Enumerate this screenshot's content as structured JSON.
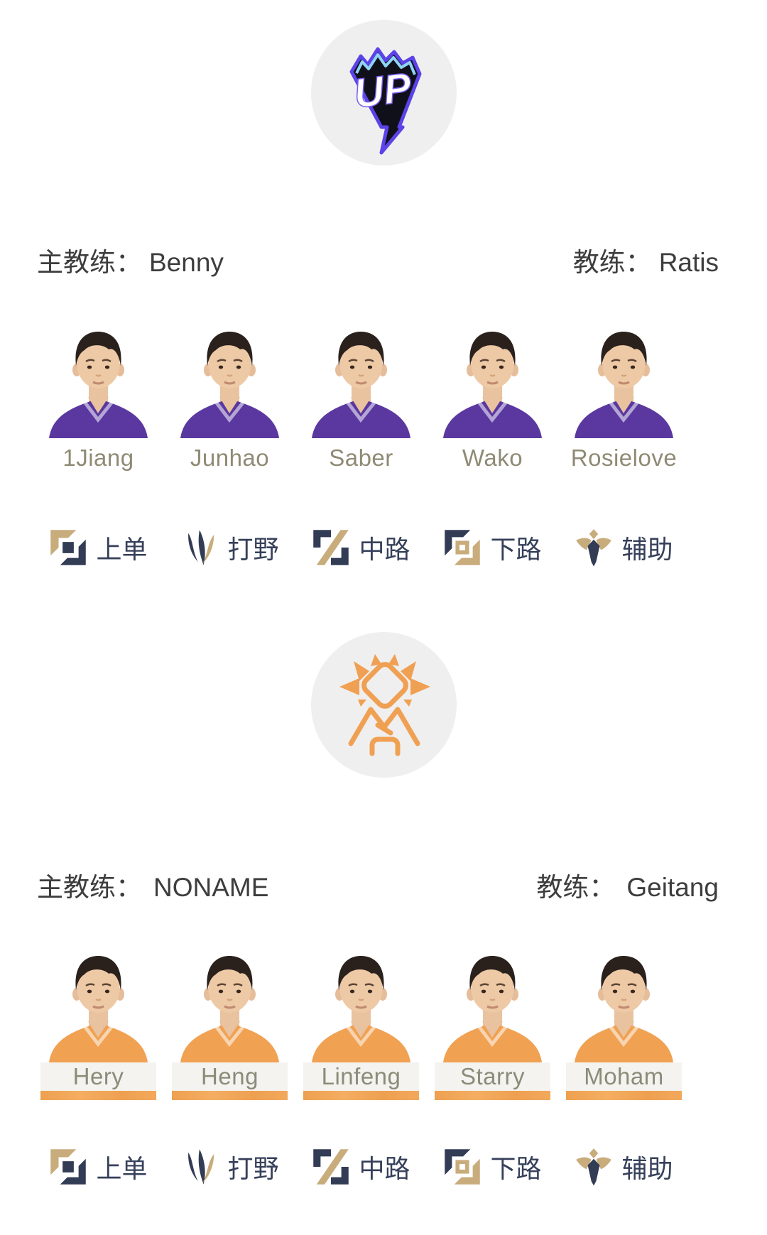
{
  "teams": [
    {
      "key": "up",
      "logo_icon": "up-lightning-shield-logo",
      "logo_text": "UP",
      "head_coach_label": "主教练：",
      "head_coach_name": "Benny",
      "coach_label": "教练：",
      "coach_name": "Ratis",
      "jersey_color": "#5a38a0",
      "players": [
        {
          "name": "1Jiang"
        },
        {
          "name": "Junhao"
        },
        {
          "name": "Saber"
        },
        {
          "name": "Wako"
        },
        {
          "name": "Rosielove"
        }
      ]
    },
    {
      "key": "gt",
      "logo_icon": "orange-figure-logo",
      "logo_text": "",
      "head_coach_label": "主教练：",
      "head_coach_name": "NONAME",
      "coach_label": "教练：",
      "coach_name": "Geitang",
      "jersey_color": "#f0a152",
      "players": [
        {
          "name": "Hery"
        },
        {
          "name": "Heng"
        },
        {
          "name": "Linfeng"
        },
        {
          "name": "Starry"
        },
        {
          "name": "Moham"
        }
      ]
    }
  ],
  "roles": [
    {
      "label": "上单",
      "icon": "top-lane-icon"
    },
    {
      "label": "打野",
      "icon": "jungle-icon"
    },
    {
      "label": "中路",
      "icon": "mid-lane-icon"
    },
    {
      "label": "下路",
      "icon": "bot-lane-icon"
    },
    {
      "label": "辅助",
      "icon": "support-icon"
    }
  ],
  "colors": {
    "page_background": "#ffffff",
    "logo_circle_background": "#efefef",
    "coach_text": "#3d3d3d",
    "player_name_text": "#8f8a74",
    "role_label_text": "#36405a",
    "role_icon_navy": "#333c55",
    "role_icon_gold": "#c9ac7c",
    "team_up_jersey": "#5a38a0",
    "team_gt_jersey": "#f0a152",
    "team_gt_logo_orange": "#f0a053",
    "team_up_logo_blue": "#5b43e8"
  }
}
